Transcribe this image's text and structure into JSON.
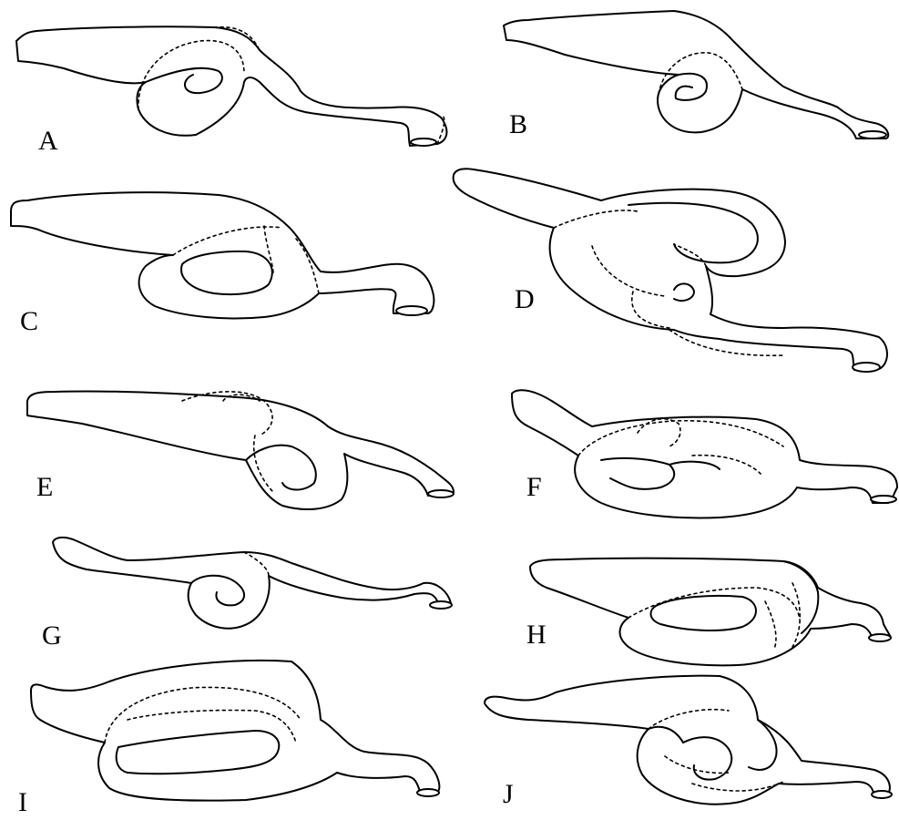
{
  "panels": [
    {
      "label": "A"
    },
    {
      "label": "B"
    },
    {
      "label": "C"
    },
    {
      "label": "D"
    },
    {
      "label": "E"
    },
    {
      "label": "F"
    },
    {
      "label": "G"
    },
    {
      "label": "H"
    },
    {
      "label": "I"
    },
    {
      "label": "J"
    }
  ]
}
